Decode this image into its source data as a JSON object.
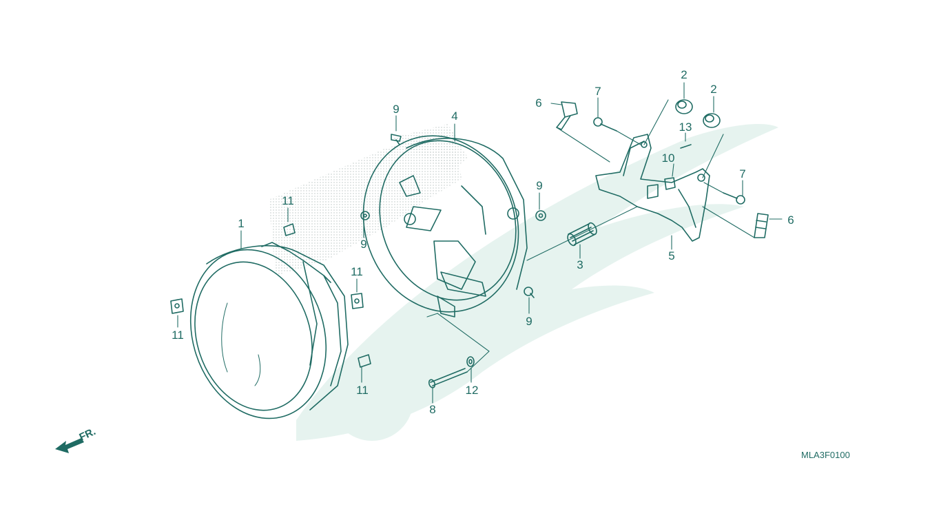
{
  "diagram": {
    "drawing_code": "MLA3F0100",
    "front_indicator": "FR.",
    "colors": {
      "line": "#1f6b63",
      "watermark": "#e6f3ef",
      "stipple": "#b9c3c1",
      "background": "#ffffff"
    },
    "callouts": [
      {
        "id": "c1",
        "number": "1"
      },
      {
        "id": "c2a",
        "number": "2"
      },
      {
        "id": "c2b",
        "number": "2"
      },
      {
        "id": "c3",
        "number": "3"
      },
      {
        "id": "c4",
        "number": "4"
      },
      {
        "id": "c5",
        "number": "5"
      },
      {
        "id": "c6a",
        "number": "6"
      },
      {
        "id": "c6b",
        "number": "6"
      },
      {
        "id": "c7a",
        "number": "7"
      },
      {
        "id": "c7b",
        "number": "7"
      },
      {
        "id": "c8",
        "number": "8"
      },
      {
        "id": "c9a",
        "number": "9"
      },
      {
        "id": "c9b",
        "number": "9"
      },
      {
        "id": "c9c",
        "number": "9"
      },
      {
        "id": "c9d",
        "number": "9"
      },
      {
        "id": "c10",
        "number": "10"
      },
      {
        "id": "c11a",
        "number": "11"
      },
      {
        "id": "c11b",
        "number": "11"
      },
      {
        "id": "c11c",
        "number": "11"
      },
      {
        "id": "c11d",
        "number": "11"
      },
      {
        "id": "c12",
        "number": "12"
      },
      {
        "id": "c13",
        "number": "13"
      }
    ]
  }
}
